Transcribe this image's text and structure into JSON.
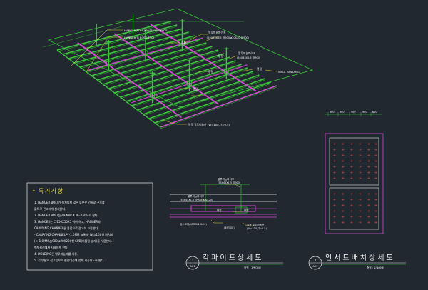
{
  "iso": {
    "labels": [
      "HANGER BOLT ø9 (@900X@900)",
      "HANGER(G BOSS/150)",
      "알루미늄파이프",
      "(55X45X1.5 @900 ø20X20 @900)",
      "평철",
      "알루미늄파이프",
      "(55X45X1.5 @900)",
      "평철",
      "평철",
      "평철",
      "평철",
      "WALL MOLDING",
      "말뚝 알루미늄판 (W=100, T=0.5)"
    ]
  },
  "detail": {
    "labels": [
      "알루미늄파이프",
      "(55X45X1.5 @900)",
      "알루미늄파이프",
      "(55X45X1.5 @900 ø20X20)",
      "평철",
      "평철",
      "입스고정(4MMX15MM)",
      "말뚝 알루미늄판",
      "(W=100, T=0.5)",
      "(4@100)"
    ]
  },
  "insert": {
    "top_dims": [
      "600",
      "900",
      "900",
      "900",
      "600"
    ]
  },
  "notes": {
    "title": "특기사항",
    "items": [
      "1. HANGER BOLT가 설치되지 않은 부분은 인필로 구조를",
      "   볼트로 견고하게 설치한다.",
      "2. HANGER BOLT는 ø9 NPR X M=150으로 한다.",
      "3. HANGER는 C-150X50X5 이며 하고, HANGER와",
      "   CARRYING CHANNEL은 용접으로 견고히 고정한다.",
      "   - CARRYING CHANNEL은 -1.0MM @900 (W=16) 형 MAIN,",
      "     (ㄷ-1.0MM @900 ø20X20) 형 SUB(비틀림 방지)을 사용한다.",
      "   벽체물선에서 사용하게 한다.",
      "4. MOLDING은 알루미늄제를 사용.",
      "5. 각 부분의 접고등으로 현장여건에 맞게 시공하도록 한다."
    ]
  },
  "titles": [
    {
      "num": "1",
      "ref": "A01",
      "name": "각파이프상세도",
      "scale": "축척 : 1/NONE"
    },
    {
      "num": "2",
      "ref": "A01",
      "name": "인서트배치상세도",
      "scale": "축척 : 1/NONE"
    }
  ]
}
